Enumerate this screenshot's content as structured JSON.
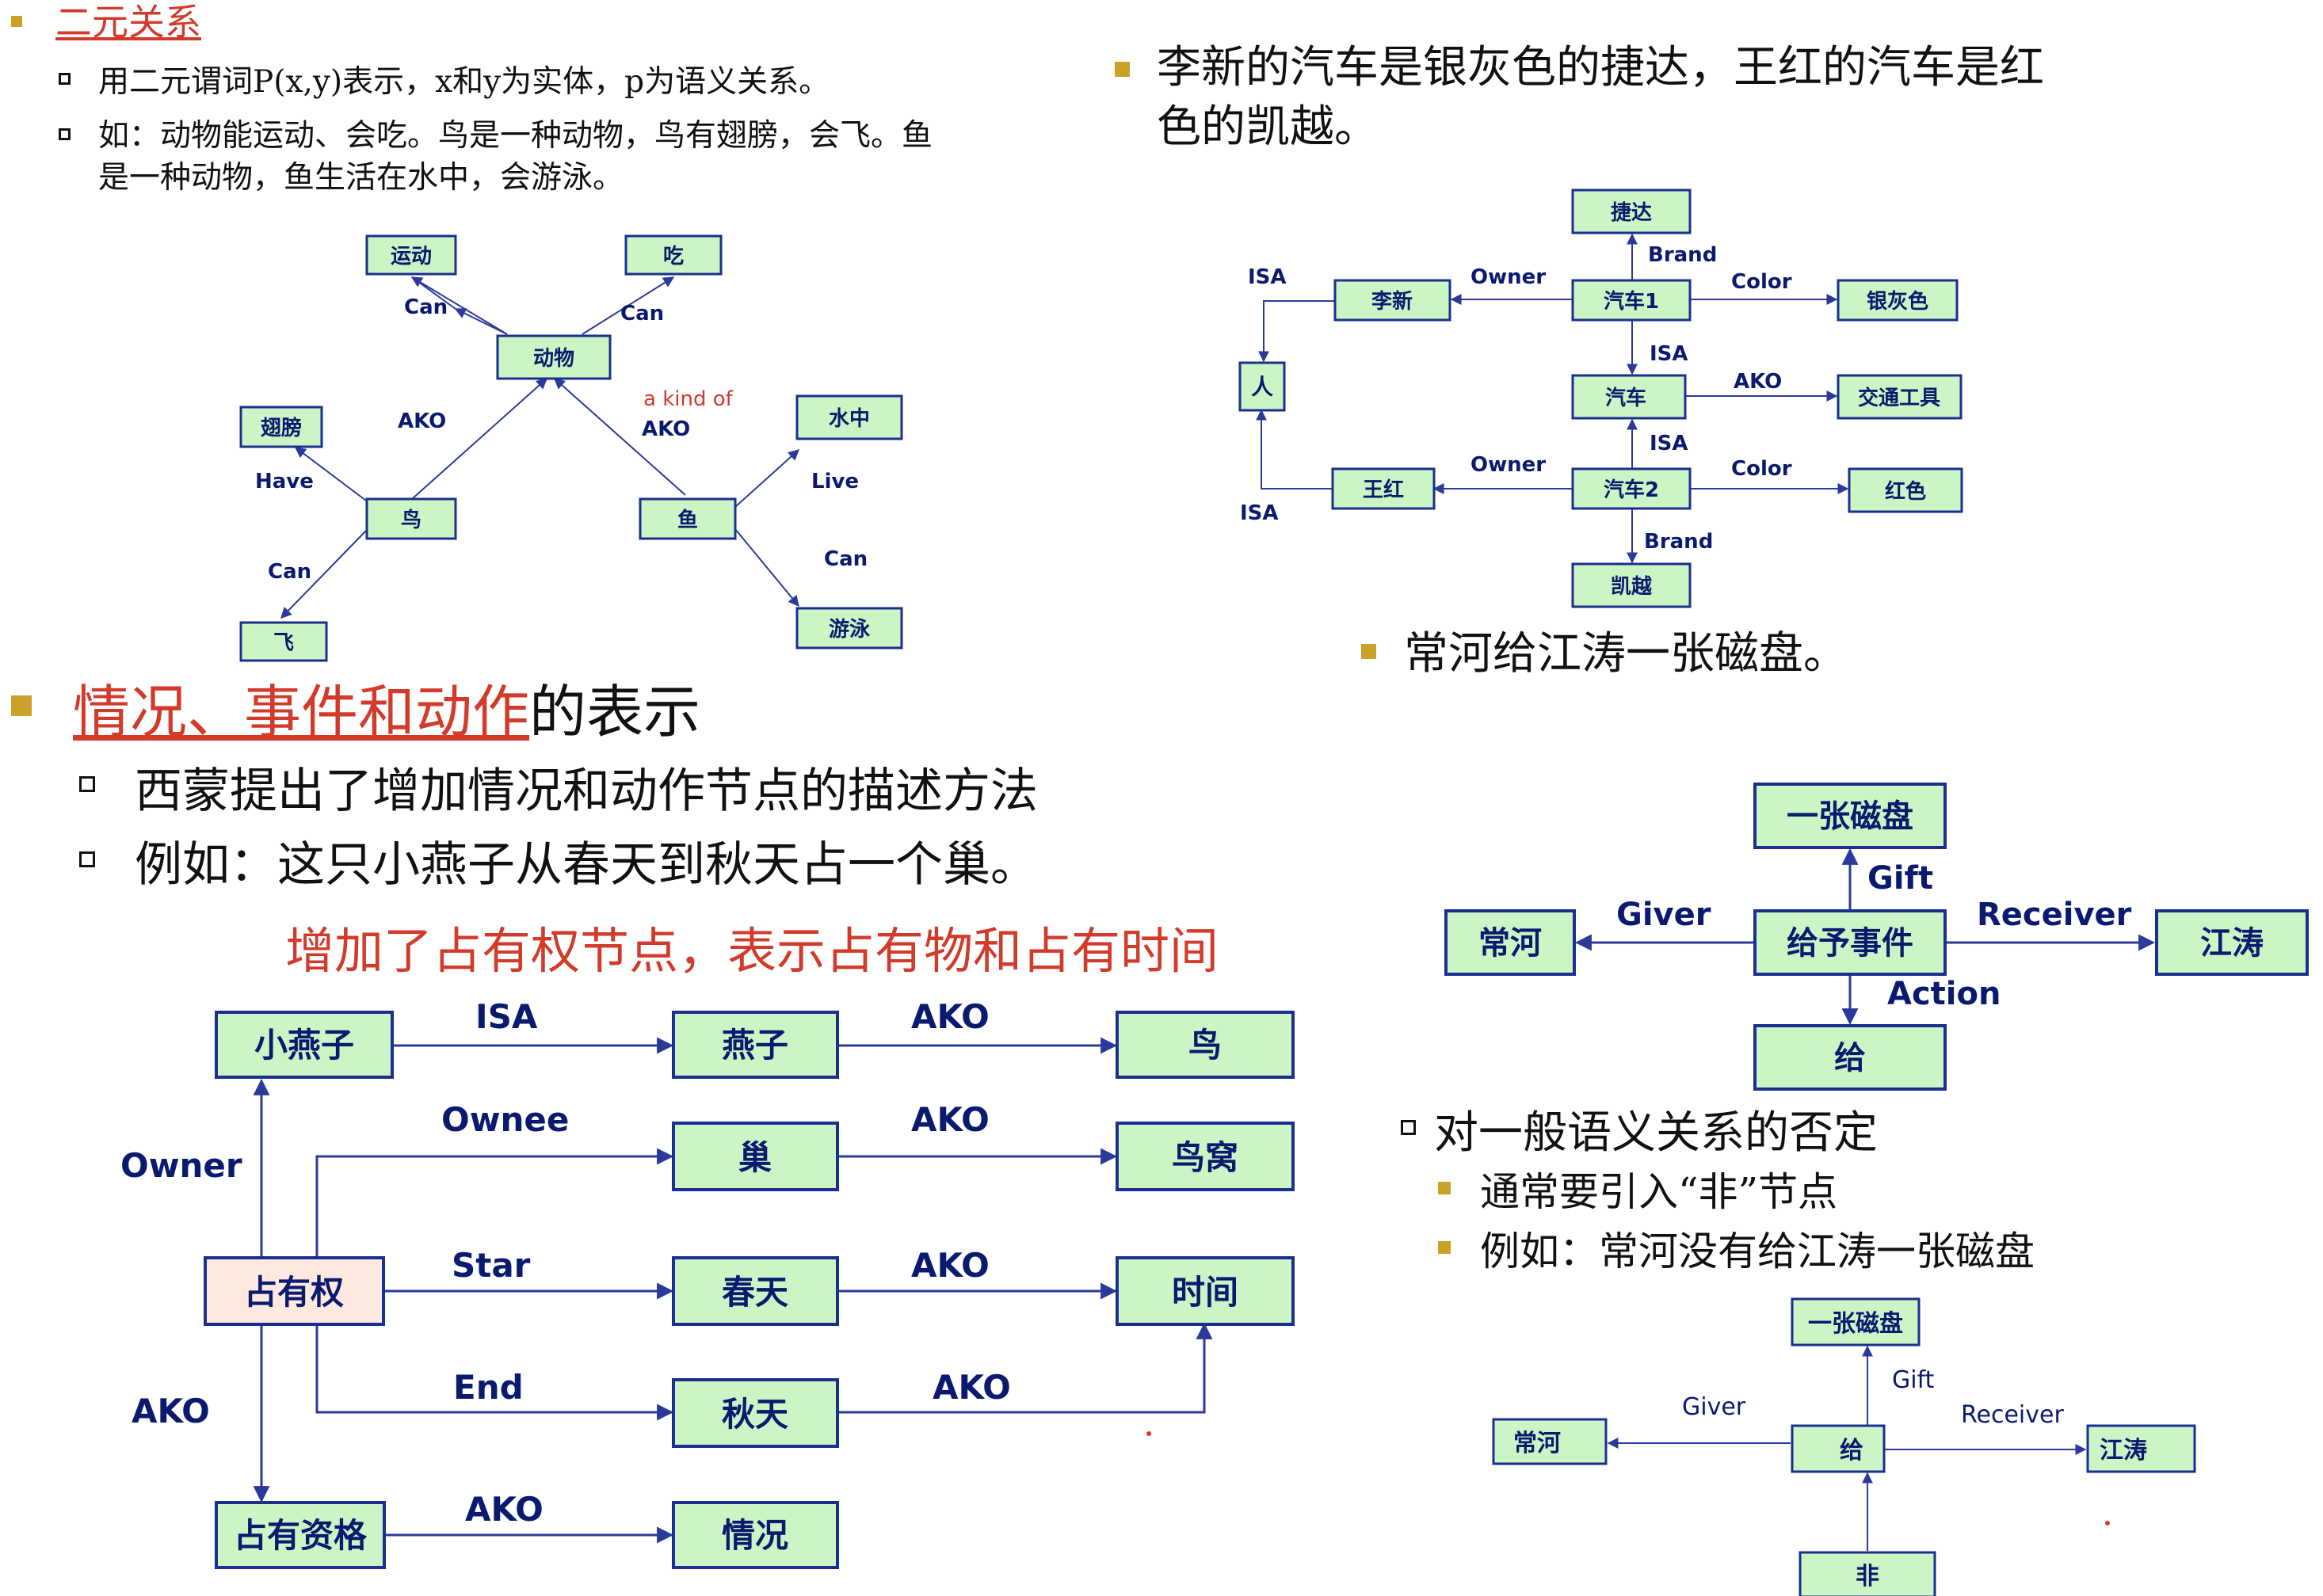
{
  "top_left": {
    "heading": "二元关系",
    "items": [
      "用二元谓词P(x,y)表示，x和y为实体，p为语义关系。",
      "如：动物能运动、会吃。鸟是一种动物，鸟有翅膀，会飞。鱼",
      "是一种动物，鱼生活在水中，会游泳。"
    ],
    "diagram": {
      "nodes": {
        "move": "运动",
        "eat": "吃",
        "animal": "动物",
        "wing": "翅膀",
        "water": "水中",
        "bird": "鸟",
        "fish": "鱼",
        "fly": "飞",
        "swim": "游泳"
      },
      "labels": {
        "can1": "Can",
        "can2": "Can",
        "ako1": "AKO",
        "akind": "a kind of",
        "ako2": "AKO",
        "have": "Have",
        "live": "Live",
        "can3": "Can",
        "can4": "Can"
      }
    }
  },
  "top_right": {
    "text_line1": "李新的汽车是银灰色的捷达，王红的汽车是红",
    "text_line2": "色的凯越。",
    "diagram": {
      "nodes": {
        "jetta": "捷达",
        "lixin": "李新",
        "car1": "汽车1",
        "silver": "银灰色",
        "person": "人",
        "car": "汽车",
        "vehicle": "交通工具",
        "wanghong": "王红",
        "car2": "汽车2",
        "red": "红色",
        "kaiyue": "凯越"
      },
      "labels": {
        "isa_top": "ISA",
        "owner1": "Owner",
        "brand1": "Brand",
        "color1": "Color",
        "isa1": "ISA",
        "ako": "AKO",
        "isa2": "ISA",
        "owner2": "Owner",
        "color2": "Color",
        "brand2": "Brand",
        "isa_bottom": "ISA"
      }
    },
    "sentence2": "常河给江涛一张磁盘。"
  },
  "middle_left": {
    "heading_red": "情况、事件和动作",
    "heading_black": "的表示",
    "items": [
      "西蒙提出了增加情况和动作节点的描述方法",
      "例如：这只小燕子从春天到秋天占一个巢。"
    ],
    "note": "增加了占有权节点，表示占有物和占有时间",
    "diagram": {
      "nodes": {
        "swallow_small": "小燕子",
        "swallow": "燕子",
        "bird": "鸟",
        "nest": "巢",
        "birdnest": "鸟窝",
        "own": "占有权",
        "spring": "春天",
        "time": "时间",
        "autumn": "秋天",
        "qual": "占有资格",
        "situation": "情况"
      },
      "labels": {
        "isa": "ISA",
        "ako1": "AKO",
        "ownee": "Ownee",
        "ako2": "AKO",
        "owner": "Owner",
        "star": "Star",
        "ako3": "AKO",
        "end": "End",
        "ako4": "AKO",
        "ako5": "AKO",
        "ako6": "AKO"
      }
    }
  },
  "middle_right": {
    "diagram": {
      "nodes": {
        "disk": "一张磁盘",
        "changhe": "常河",
        "event": "给予事件",
        "jiangtao": "江涛",
        "give": "给"
      },
      "labels": {
        "gift": "Gift",
        "giver": "Giver",
        "receiver": "Receiver",
        "action": "Action"
      }
    },
    "negation_heading": "对一般语义关系的否定",
    "negation_items": [
      "通常要引入“非”节点",
      "例如：常河没有给江涛一张磁盘"
    ],
    "diagram2": {
      "nodes": {
        "disk": "一张磁盘",
        "changhe": "常河",
        "give": "给",
        "jiangtao": "江涛",
        "not": "非"
      },
      "labels": {
        "gift": "Gift",
        "giver": "Giver",
        "receiver": "Receiver"
      }
    }
  }
}
